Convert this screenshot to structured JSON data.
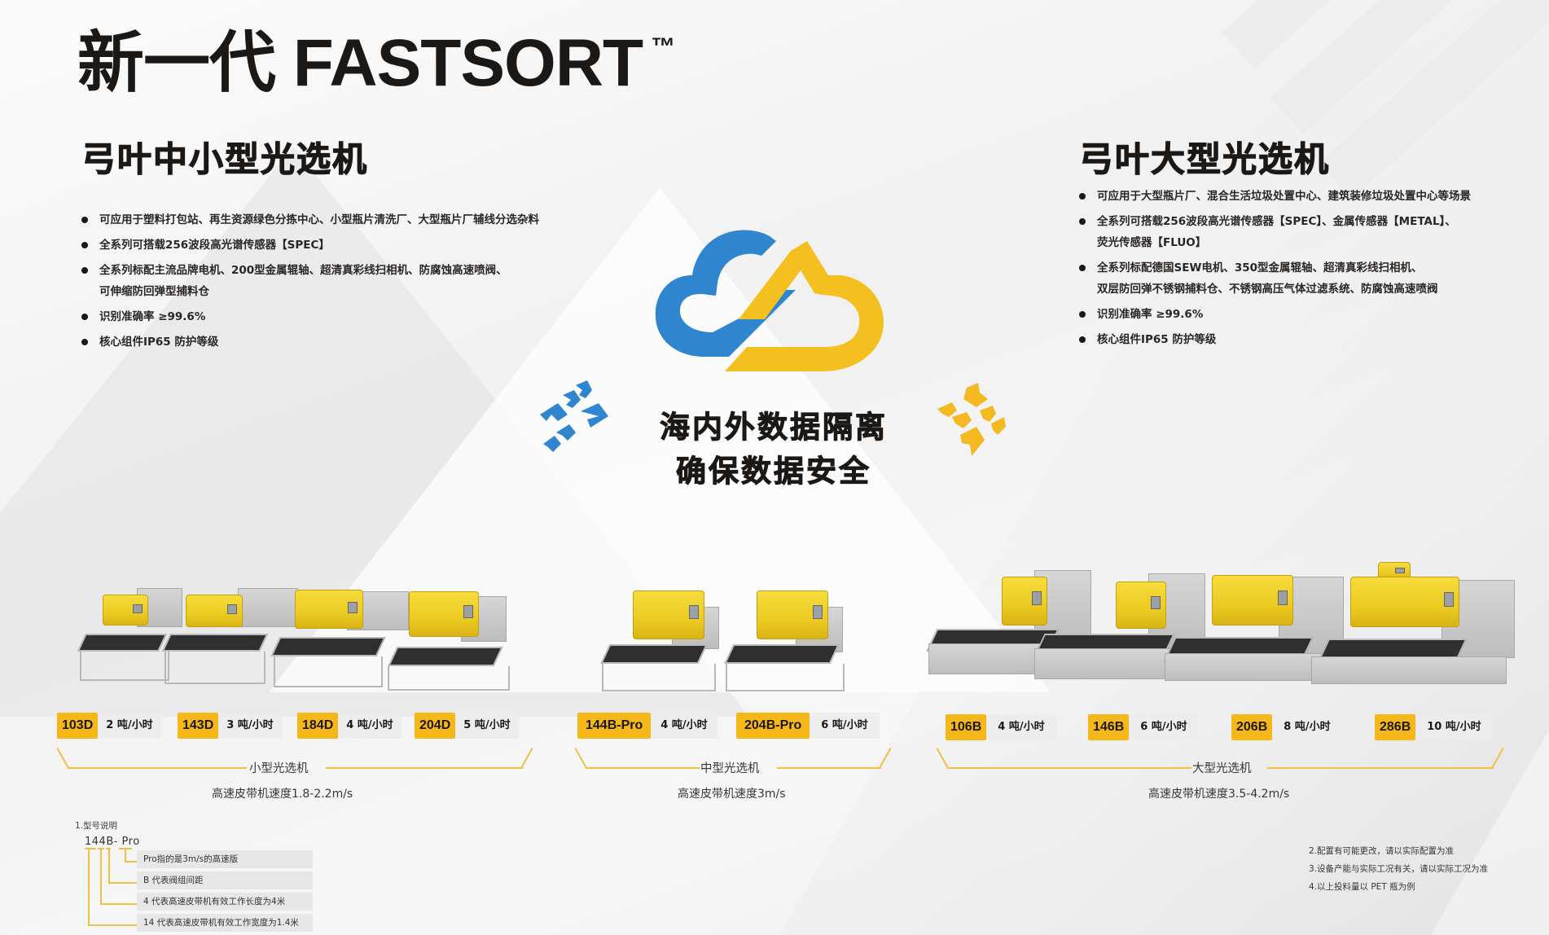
{
  "header": {
    "title": "新一代 FASTSORT",
    "trademark": "™"
  },
  "left_section": {
    "heading": "弓叶中小型光选机",
    "bullets": [
      {
        "line1": "可应用于塑料打包站、再生资源绿色分拣中心、小型瓶片清洗厂、大型瓶片厂辅线分选杂料",
        "line2": ""
      },
      {
        "line1": "全系列可搭载256波段高光谱传感器【SPEC】",
        "line2": ""
      },
      {
        "line1": "全系列标配主流品牌电机、200型金属辊轴、超清真彩线扫相机、防腐蚀高速喷阀、",
        "line2": "可伸缩防回弹型捕料仓"
      },
      {
        "line1": "识别准确率 ≥99.6%",
        "line2": ""
      },
      {
        "line1": "核心组件IP65 防护等级",
        "line2": ""
      }
    ]
  },
  "right_section": {
    "heading": "弓叶大型光选机",
    "bullets": [
      {
        "line1": "可应用于大型瓶片厂、混合生活垃圾处置中心、建筑装修垃圾处置中心等场景",
        "line2": ""
      },
      {
        "line1": "全系列可搭载256波段高光谱传感器【SPEC】、金属传感器【METAL】、",
        "line2": "荧光传感器【FLUO】"
      },
      {
        "line1": "全系列标配德国SEW电机、350型金属辊轴、超清真彩线扫相机、",
        "line2": "双层防回弹不锈钢捕料仓、不锈钢高压气体过滤系统、防腐蚀高速喷阀"
      },
      {
        "line1": "识别准确率 ≥99.6%",
        "line2": ""
      },
      {
        "line1": "核心组件IP65 防护等级",
        "line2": ""
      }
    ]
  },
  "center": {
    "logo_icon": "cloud-data-icon",
    "line1": "海内外数据隔离",
    "line2": "确保数据安全",
    "colors": {
      "blue": "#2f86cf",
      "yellow": "#f4c020"
    }
  },
  "product_groups": [
    {
      "name": "小型光选机",
      "speed": "高速皮带机速度1.8-2.2m/s",
      "models": [
        {
          "model": "103D",
          "capacity": "2 吨/小时"
        },
        {
          "model": "143D",
          "capacity": "3 吨/小时"
        },
        {
          "model": "184D",
          "capacity": "4 吨/小时"
        },
        {
          "model": "204D",
          "capacity": "5 吨/小时"
        }
      ]
    },
    {
      "name": "中型光选机",
      "speed": "高速皮带机速度3m/s",
      "models": [
        {
          "model": "144B-Pro",
          "capacity": "4 吨/小时"
        },
        {
          "model": "204B-Pro",
          "capacity": "6 吨/小时"
        }
      ]
    },
    {
      "name": "大型光选机",
      "speed": "高速皮带机速度3.5-4.2m/s",
      "models": [
        {
          "model": "106B",
          "capacity": "4 吨/小时"
        },
        {
          "model": "146B",
          "capacity": "6 吨/小时"
        },
        {
          "model": "206B",
          "capacity": "8 吨/小时"
        },
        {
          "model": "286B",
          "capacity": "10 吨/小时"
        }
      ]
    }
  ],
  "model_legend": {
    "title": "1.型号说明",
    "example": "144B- Pro",
    "rows": [
      "Pro指的是3m/s的高速版",
      "B 代表阀组间距",
      "4 代表高速皮带机有效工作长度为4米",
      "14 代表高速皮带机有效工作宽度为1.4米"
    ]
  },
  "notes": [
    "2.配置有可能更改，请以实际配置为准",
    "3.设备产能与实际工况有关，请以实际工况为准",
    "4.以上投料量以 PET 瓶为例"
  ],
  "accent_color": "#f5b818"
}
